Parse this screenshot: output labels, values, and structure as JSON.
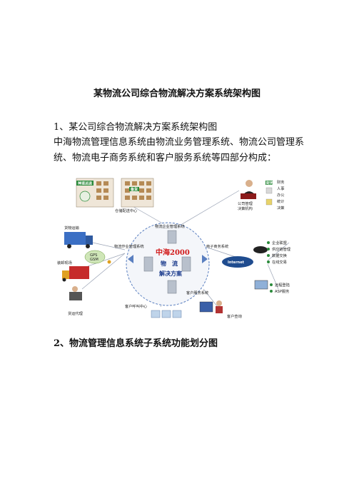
{
  "document": {
    "title": "某物流公司综合物流解决方案系统架构图",
    "section1_heading": "1、某公司综合物流解决方案系统架构图",
    "paragraph": "中海物流管理信息系统由物流业务管理系统、物流公司管理系统、物流电子商务系统和客户服务系统等四部分构成：",
    "section2_heading": "2、物流管理信息系统子系统功能划分图"
  },
  "diagram": {
    "center": {
      "brand": "中海2000",
      "line1": "物　流",
      "line2": "解决方案"
    },
    "systems": {
      "enterprise": "物流企业管理系统",
      "operations": "物流作业管理系统",
      "ecommerce": "电子商务系统",
      "customer_service": "客户服务系统"
    },
    "nodes": {
      "express": "神速派送",
      "warehouse": "仓储配送中心",
      "inventory": "备货",
      "management": "公司管理",
      "decision": "决策机构",
      "cargo": "货物运输",
      "loading": "装卸现场",
      "gps": "GPS",
      "gsm": "GSM",
      "agent": "货运代理",
      "call_center": "客户呼叫中心",
      "inquiry": "客户查询",
      "internet": "Internet"
    },
    "finance_panel": {
      "badge": "财务",
      "items": [
        "财务",
        "人事",
        "办公",
        "统计",
        "决策"
      ]
    },
    "ecommerce_panel": [
      "企业联盟",
      "供应链管理",
      "数据交换",
      "在线交易"
    ],
    "remote_panel": [
      "远程登陆",
      "ASP服务"
    ]
  }
}
